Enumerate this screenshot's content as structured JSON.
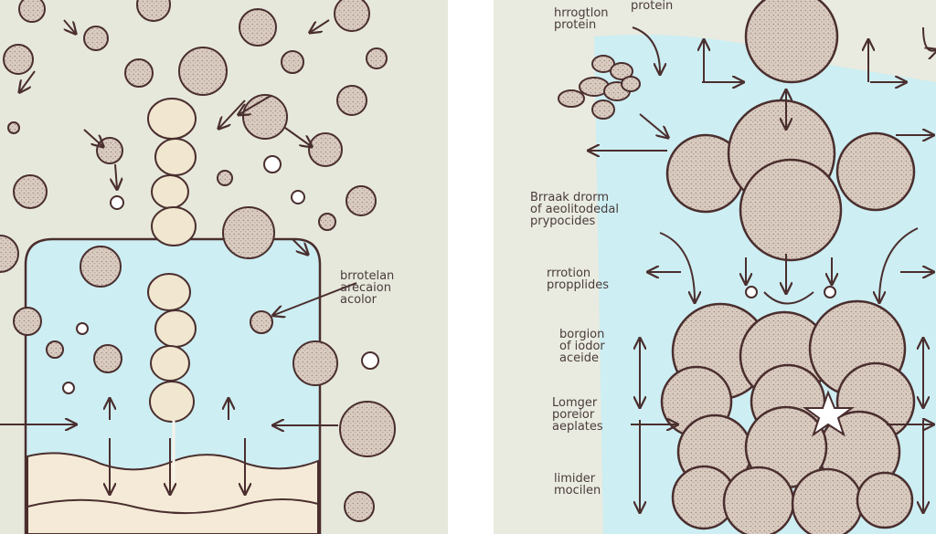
{
  "left_panel": {
    "label_lines": [
      "brrotelan",
      "arecaion",
      "acolor"
    ]
  },
  "right_panel": {
    "top_label_lines": [
      "hrrogtlon",
      "protein"
    ],
    "top_right_label": "protein",
    "labels": [
      {
        "id": "break-down",
        "lines": [
          "Brraak drorm",
          "of aeolitodedal",
          "prypocides"
        ]
      },
      {
        "id": "protein-propplides",
        "lines": [
          "rrrotion",
          "propplides"
        ]
      },
      {
        "id": "borgion",
        "lines": [
          "borgion",
          "of iodor",
          "aceide"
        ]
      },
      {
        "id": "longer",
        "lines": [
          "Lomger",
          "poreior",
          "aeplates"
        ]
      },
      {
        "id": "limider",
        "lines": [
          "limider",
          "mocilen"
        ]
      }
    ]
  },
  "colors": {
    "background": "#e9ebe0",
    "water": "#cdeef2",
    "sphere": "#d7c8bc",
    "outline": "#4a2e2e",
    "cream": "#f4ead7"
  }
}
